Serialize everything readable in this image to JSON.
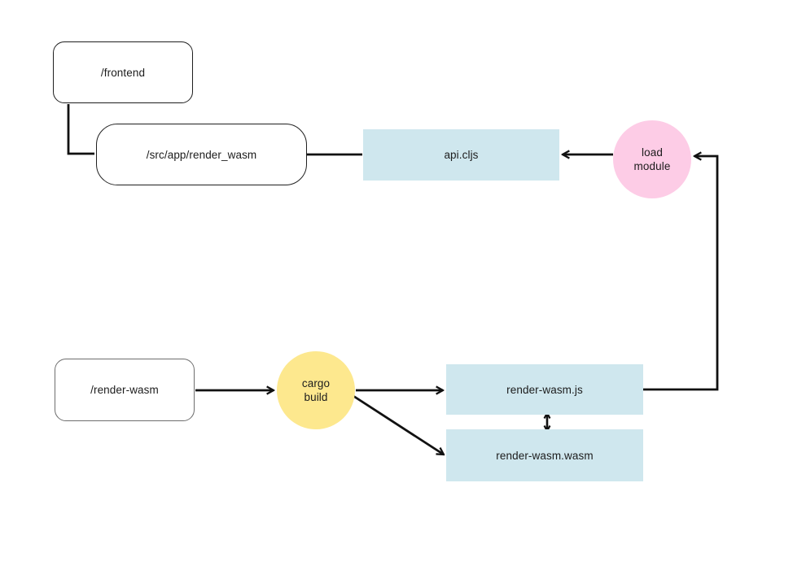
{
  "nodes": {
    "frontend": {
      "label": "/frontend"
    },
    "src_app": {
      "label": "/src/app/render_wasm"
    },
    "api_cljs": {
      "label": "api.cljs"
    },
    "load_module": {
      "line1": "load",
      "line2": "module"
    },
    "render_wasm_dir": {
      "label": "/render-wasm"
    },
    "cargo_build": {
      "line1": "cargo",
      "line2": "build"
    },
    "render_wasm_js": {
      "label": "render-wasm.js"
    },
    "render_wasm_wasm": {
      "label": "render-wasm.wasm"
    }
  },
  "colors": {
    "file_box_fill": "#cfe7ee",
    "load_module_fill": "#fdcce6",
    "cargo_build_fill": "#fde88e",
    "folder_fill": "#ffffff",
    "line": "#111111",
    "text": "#1c1c1c",
    "background": "#ffffff"
  },
  "edges": [
    {
      "from": "/frontend",
      "to": "/src/app/render_wasm",
      "style": "elbow",
      "arrowhead": "none"
    },
    {
      "from": "/src/app/render_wasm",
      "to": "api.cljs",
      "style": "straight",
      "arrowhead": "none"
    },
    {
      "from": "load module",
      "to": "api.cljs",
      "style": "straight",
      "arrowhead": "end"
    },
    {
      "from": "/render-wasm",
      "to": "cargo build",
      "style": "straight",
      "arrowhead": "end"
    },
    {
      "from": "cargo build",
      "to": "render-wasm.js",
      "style": "straight",
      "arrowhead": "end"
    },
    {
      "from": "cargo build",
      "to": "render-wasm.wasm",
      "style": "diagonal",
      "arrowhead": "end"
    },
    {
      "from": "render-wasm.js",
      "to": "render-wasm.wasm",
      "style": "straight",
      "arrowhead": "both"
    },
    {
      "from": "render-wasm.js",
      "to": "load module",
      "style": "elbow",
      "arrowhead": "end"
    }
  ]
}
